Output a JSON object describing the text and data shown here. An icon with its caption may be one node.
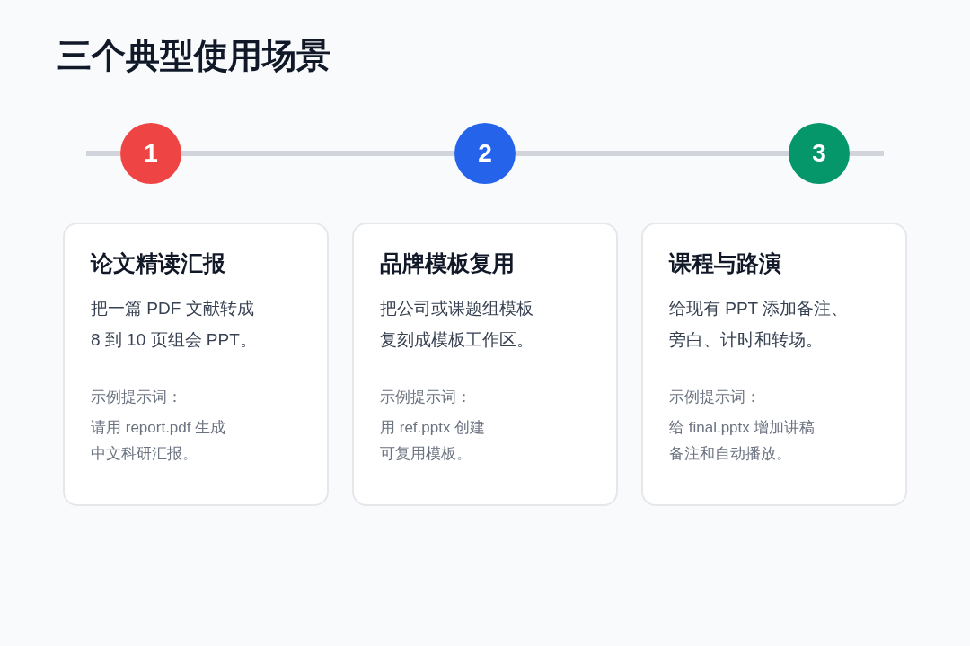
{
  "diagram": {
    "title": "三个典型使用场景",
    "nodes": [
      {
        "text": [
          "1"
        ]
      },
      {
        "text": [
          "2"
        ]
      },
      {
        "text": [
          "3"
        ]
      },
      {
        "text": [
          "论文精读汇报",
          "把一篇 PDF 文献转成 8 到 10 页组会 PPT。",
          "示例提示词：",
          "请用 report.pdf 生成中文科研汇报。"
        ]
      },
      {
        "text": [
          "品牌模板复用",
          "把公司或课题组模板复刻成模板工作区。",
          "示例提示词：",
          "用 ref.pptx 创建可复用模板。"
        ]
      },
      {
        "text": [
          "课程与路演",
          "给现有 PPT 添加备注、旁白、计时和转场。",
          "示例提示词：",
          "给 final.pptx 增加讲稿备注和自动播放。"
        ]
      }
    ],
    "edges": [
      {
        "from": 0,
        "to": 1,
        "arrow": "none"
      },
      {
        "from": 1,
        "to": 2,
        "arrow": "none"
      }
    ]
  }
}
